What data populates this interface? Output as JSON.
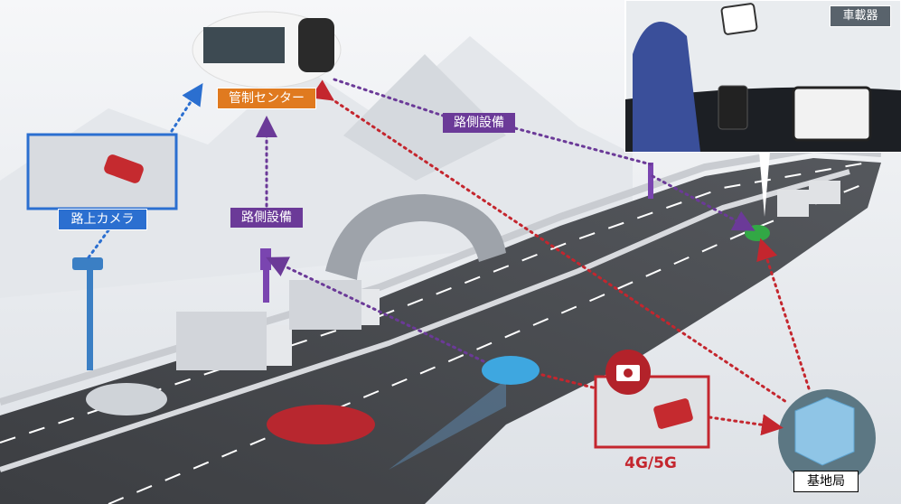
{
  "labels": {
    "control_center": "管制センター",
    "roadside_unit_top": "路側設備",
    "roadside_unit_left": "路側設備",
    "road_camera": "路上カメラ",
    "onboard_unit": "車載器",
    "network": "4G/5G",
    "base_station": "基地局"
  },
  "colors": {
    "control_center": "#e07a1f",
    "roadside_unit": "#6b3a98",
    "road_camera": "#2b6fd0",
    "cellular": "#c4262e"
  }
}
